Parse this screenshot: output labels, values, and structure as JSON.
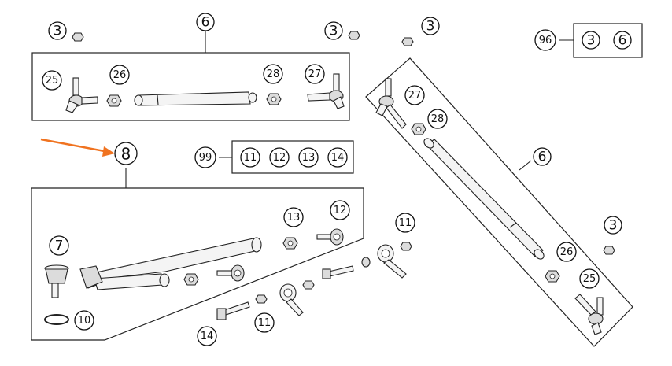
{
  "callouts": {
    "c_3_a": "3",
    "c_3_b": "3",
    "c_3_c": "3",
    "c_3_d": "3",
    "c_6_top": "6",
    "c_6_right": "6",
    "c_25_top": "25",
    "c_26_top": "26",
    "c_28_top": "28",
    "c_27_top": "27",
    "c_27_right": "27",
    "c_28_right": "28",
    "c_26_right": "26",
    "c_25_right": "25",
    "c_8": "8",
    "c_7": "7",
    "c_10": "10",
    "c_13": "13",
    "c_12": "12",
    "c_11_a": "11",
    "c_11_b": "11",
    "c_14": "14"
  },
  "kit_96": {
    "label": "96",
    "items": [
      "3",
      "6"
    ]
  },
  "kit_99": {
    "label": "99",
    "items": [
      "11",
      "12",
      "13",
      "14"
    ]
  },
  "colors": {
    "highlight": "#f07320",
    "line": "#222222"
  }
}
